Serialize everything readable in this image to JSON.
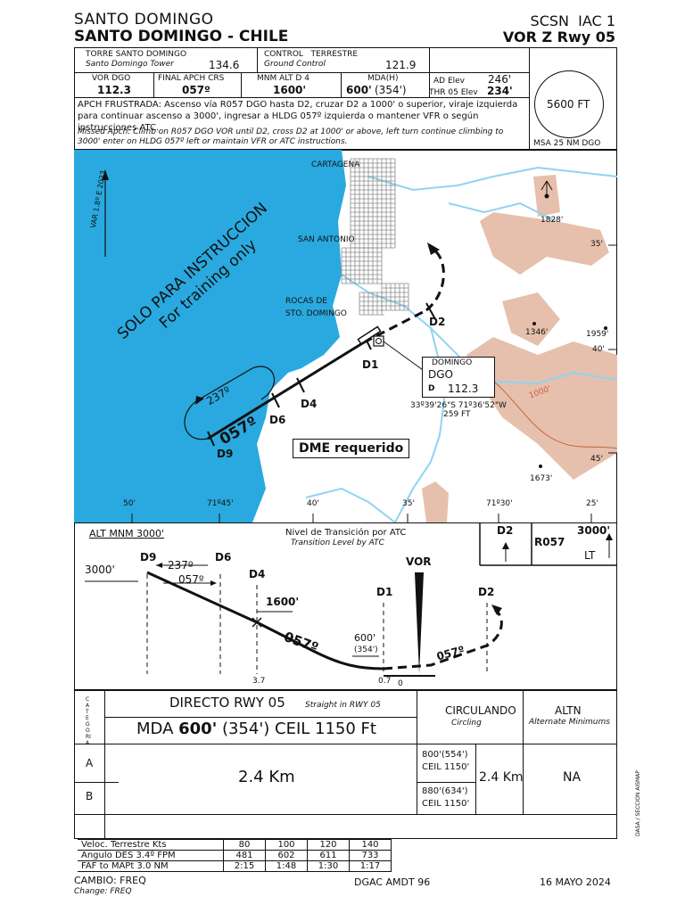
{
  "header": {
    "city": "SANTO DOMINGO",
    "title": "SANTO DOMINGO - CHILE",
    "chart_id": "SCSN  IAC 1",
    "procedure": "VOR Z Rwy 05"
  },
  "comms": {
    "tower_label": "TORRE SANTO DOMINGO",
    "tower_sub": "Santo Domingo Tower",
    "tower_freq": "134.6",
    "ground_label": "CONTROL   TERRESTRE",
    "ground_sub": "Ground Control",
    "ground_freq": "121.9"
  },
  "briefing": {
    "vor_label": "VOR DGO",
    "vor_freq": "112.3",
    "final_label": "FINAL APCH CRS",
    "final_crs": "057º",
    "minalt_label": "MNM ALT D 4",
    "minalt": "1600'",
    "mda_label": "MDA(H)",
    "mda": "600'",
    "mda_h": "(354')",
    "ad_elev_label": "AD Elev",
    "ad_elev": "246'",
    "thr_label": "THR 05 Elev",
    "thr_elev": "234'",
    "msa_alt": "5600 FT",
    "msa_label": "MSA 25 NM DGO"
  },
  "missed": {
    "spanish": "APCH FRUSTRADA: Ascenso vía R057 DGO hasta D2, cruzar D2 a 1000' o superior, viraje izquierda para continuar ascenso a 3000', ingresar a HLDG 057º izquierda o mantener VFR o según instrucciones ATC.",
    "english": "Missed Apch: Climb on R057 DGO VOR until D2, cross D2 at 1000' or above, left turn continue climbing to 3000' enter on HLDG 057º left or maintain VFR or ATC instructions."
  },
  "map": {
    "var": "VAR 1.8º E 2023",
    "watermark1": "SOLO PARA INSTRUCCION",
    "watermark2": "For training only",
    "cartagena": "CARTAGENA",
    "san_antonio": "SAN ANTONIO",
    "rocas1": "ROCAS DE",
    "rocas2": "STO. DOMINGO",
    "d2": "D2",
    "d1": "D1",
    "d4": "D4",
    "d6": "D6",
    "d9": "D9",
    "crs_out": "057º",
    "crs_hold": "237º",
    "dme_req": "DME requerido",
    "nav_name": "DOMINGO",
    "nav_id": "DGO",
    "nav_d": "D",
    "nav_freq": "112.3",
    "nav_coord": "33º39'26\"S 71º36'52\"W",
    "nav_elev": "259 FT",
    "peak1": "1828'",
    "peak2": "1346'",
    "peak3": "1959'",
    "peak4": "1673'",
    "contour": "1000'",
    "lat35": "35'",
    "lat40": "40'",
    "lat45": "45'",
    "lon50": "50'",
    "lon7145": "71º45'",
    "lon40": "40'",
    "lon35": "35'",
    "lon7130": "71º30'",
    "lon25": "25'"
  },
  "profile": {
    "alt_mnm": "ALT MNM  3000'",
    "trans_es": "Nivel de Transición por ATC",
    "trans_en": "Transition Level by ATC",
    "box_d2": "D2",
    "box_r057": "R057",
    "box_alt": "3000'",
    "box_lt": "LT",
    "alt3000": "3000'",
    "d9": "D9",
    "d6": "D6",
    "d4": "D4",
    "d1": "D1",
    "d2": "D2",
    "vor": "VOR",
    "crs237": "237º",
    "crs057a": "057º",
    "alt1600": "1600'",
    "crs057b": "057º",
    "crs057c": "057º",
    "alt600": "600'",
    "alt354": "(354')",
    "dist37": "3.7",
    "dist07": "0.7",
    "dist0": "0"
  },
  "minima": {
    "category": "CATEGORIA",
    "straight_es": "DIRECTO  RWY 05",
    "straight_en": "Straight in RWY 05",
    "mda_line_a": "MDA",
    "mda_line_b": "600'",
    "mda_line_c": "(354')  CEIL  1150 Ft",
    "circling_es": "CIRCULANDO",
    "circling_en": "Circling",
    "altn_es": "ALTN",
    "altn_en": "Alternate Minimums",
    "cat_a": "A",
    "cat_b": "B",
    "vis_straight": "2.4 Km",
    "circ_a1": "800'(554')",
    "circ_a2": "CEIL 1150'",
    "circ_b1": "880'(634')",
    "circ_b2": "CEIL 1150'",
    "vis_circ": "2.4 Km",
    "altn_val": "NA",
    "side_note": "DASA / SECCION AISMAP"
  },
  "speed_table": {
    "rows": [
      {
        "label": "Veloc. Terrestre Kts",
        "vals": [
          "80",
          "100",
          "120",
          "140"
        ]
      },
      {
        "label": "Angulo DES 3.4º FPM",
        "vals": [
          "481",
          "602",
          "611",
          "733"
        ]
      },
      {
        "label": "FAF to MAPt 3.0 NM",
        "vals": [
          "2:15",
          "1:48",
          "1:30",
          "1:17"
        ]
      }
    ]
  },
  "footer": {
    "change_es": "CAMBIO: FREQ",
    "change_en": "Change:  FREQ",
    "amdt": "DGAC AMDT 96",
    "date": "16 MAYO 2024"
  },
  "colors": {
    "sea": "#29a9df",
    "river": "#8fd3f2",
    "terrain": "#e6c0ad",
    "urban": "#8a8a8a",
    "contour": "#c8643a"
  }
}
